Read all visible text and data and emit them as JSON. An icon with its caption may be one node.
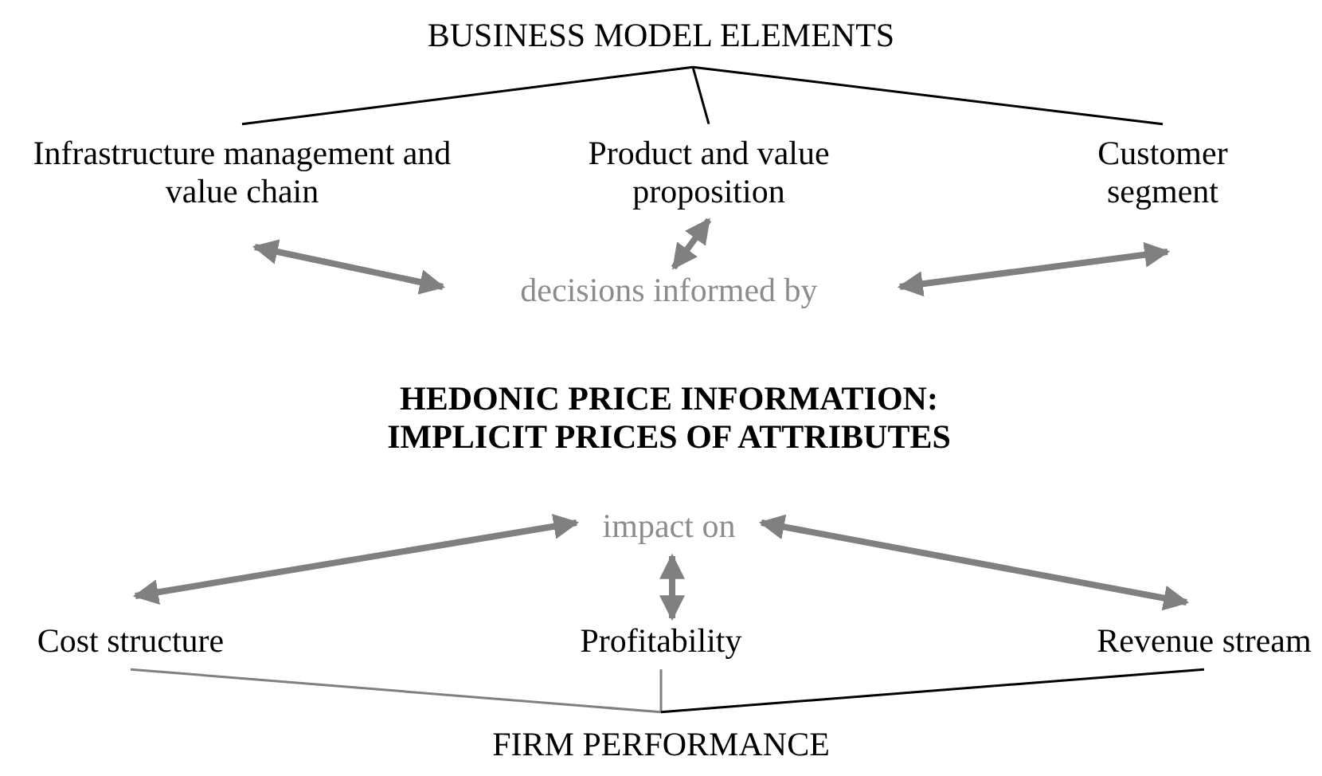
{
  "diagram": {
    "nodes": [
      {
        "text": [
          "BUSINESS MODEL ELEMENTS"
        ]
      },
      {
        "text": [
          "Infrastructure management and value chain"
        ]
      },
      {
        "text": [
          "Product and value proposition"
        ]
      },
      {
        "text": [
          "Customer segment"
        ]
      },
      {
        "text": [
          "decisions informed by"
        ]
      },
      {
        "text": [
          "HEDONIC PRICE INFORMATION: IMPLICIT PRICES OF ATTRIBUTES"
        ]
      },
      {
        "text": [
          "impact on"
        ]
      },
      {
        "text": [
          "Cost structure"
        ]
      },
      {
        "text": [
          "Profitability"
        ]
      },
      {
        "text": [
          "Revenue stream"
        ]
      },
      {
        "text": [
          "FIRM PERFORMANCE"
        ]
      }
    ],
    "edges": [
      {
        "from": 0,
        "to": 1,
        "arrow": "none",
        "color": "#000000"
      },
      {
        "from": 0,
        "to": 2,
        "arrow": "none",
        "color": "#000000"
      },
      {
        "from": 0,
        "to": 3,
        "arrow": "none",
        "color": "#000000"
      },
      {
        "from": 1,
        "to": 4,
        "arrow": "both",
        "style": "thick",
        "color": "#808080"
      },
      {
        "from": 2,
        "to": 4,
        "arrow": "both",
        "style": "thick",
        "color": "#808080"
      },
      {
        "from": 3,
        "to": 4,
        "arrow": "both",
        "style": "thick",
        "color": "#808080"
      },
      {
        "from": 6,
        "to": 7,
        "arrow": "both",
        "style": "thick",
        "color": "#808080"
      },
      {
        "from": 6,
        "to": 8,
        "arrow": "both",
        "style": "thick",
        "color": "#808080"
      },
      {
        "from": 6,
        "to": 9,
        "arrow": "both",
        "style": "thick",
        "color": "#808080"
      },
      {
        "from": 10,
        "to": 7,
        "arrow": "none",
        "color": "#808080"
      },
      {
        "from": 10,
        "to": 8,
        "arrow": "none",
        "color": "#808080"
      },
      {
        "from": 10,
        "to": 9,
        "arrow": "none",
        "color": "#000000"
      }
    ]
  }
}
